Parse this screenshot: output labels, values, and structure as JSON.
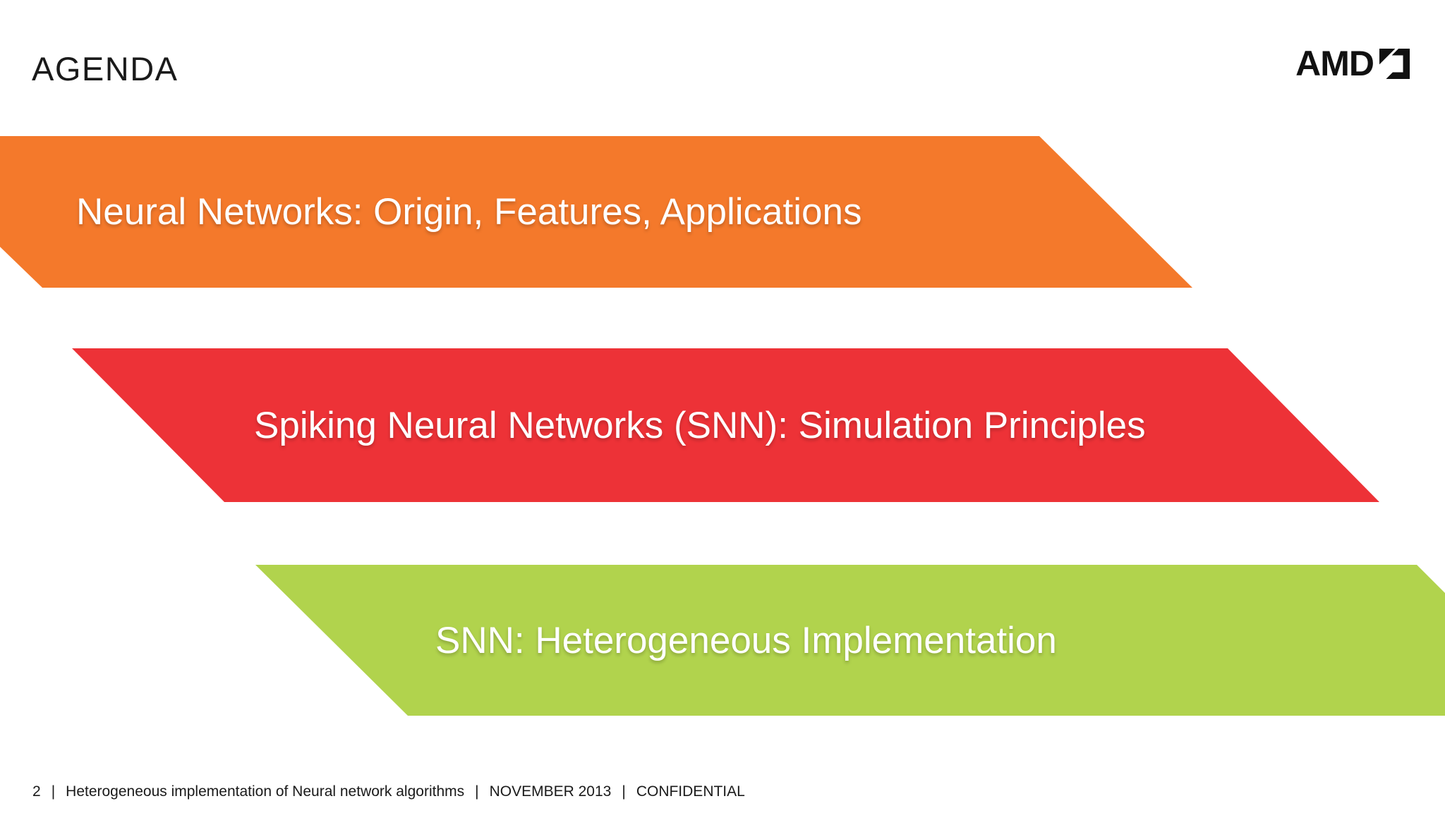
{
  "slide": {
    "title": "AGENDA",
    "logo": {
      "text": "AMD",
      "color": "#111111"
    },
    "agenda_items": [
      {
        "label": "Neural Networks: Origin, Features, Applications",
        "color": "#F4792B"
      },
      {
        "label": "Spiking Neural Networks (SNN): Simulation Principles",
        "color": "#ED3237"
      },
      {
        "label": "SNN: Heterogeneous Implementation",
        "color": "#B1D34D"
      }
    ],
    "footer": {
      "page_number": "2",
      "separator": "|",
      "document_title": "Heterogeneous implementation of Neural network algorithms",
      "date": "NOVEMBER 2013",
      "classification": "CONFIDENTIAL"
    },
    "colors": {
      "background": "#FFFFFF",
      "title_text": "#1A1A1A",
      "banner_text": "#FFFFFF"
    }
  }
}
